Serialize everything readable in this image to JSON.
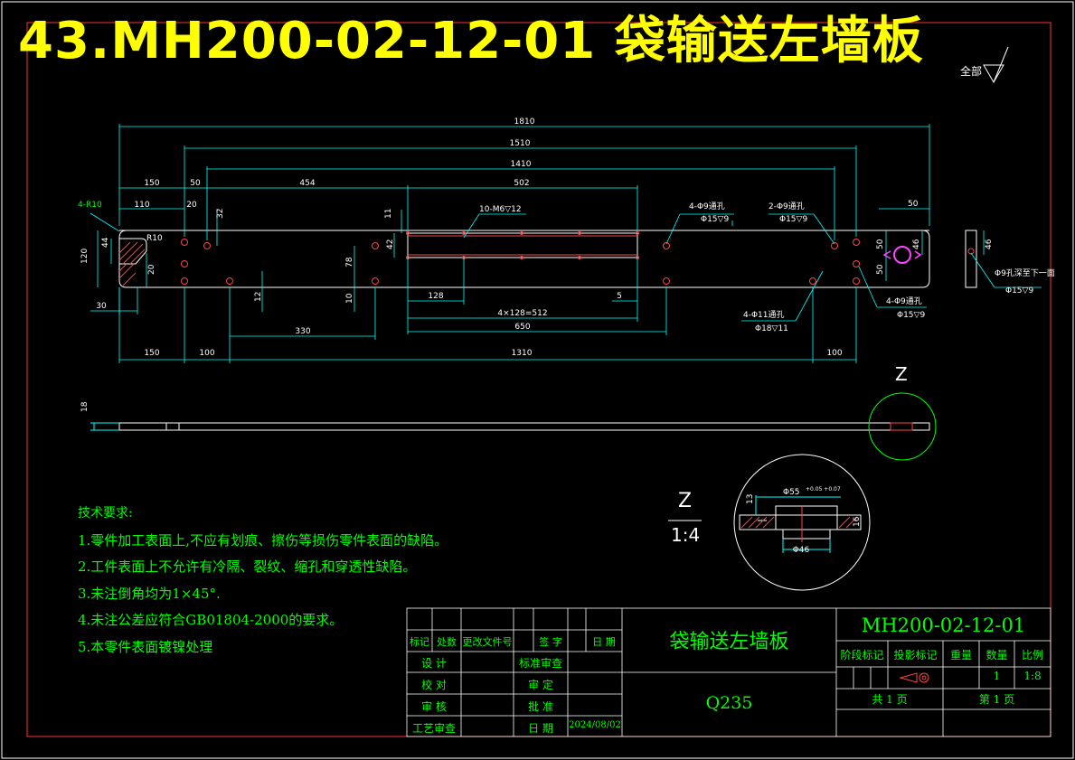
{
  "drawing": {
    "title": "43.MH200-02-12-01  袋输送左墙板",
    "roughness_symbol": "全部"
  },
  "dimensions": {
    "d1810": "1810",
    "d1510": "1510",
    "d1410": "1410",
    "d150a": "150",
    "d50a": "50",
    "d454": "454",
    "d502": "502",
    "d4r10": "4-R10",
    "d110": "110",
    "d20a": "20",
    "d32": "32",
    "d11": "11",
    "d10m6": "10-M6▽12",
    "d4phi9a": "4-Φ9通孔",
    "d4phi9a_sub": "Φ15▽9",
    "d2phi9": "2-Φ9通孔",
    "d2phi9_sub": "Φ15▽9",
    "d50b": "50",
    "dr10": "R10",
    "d44": "44",
    "d120": "120",
    "d42": "42",
    "d78": "78",
    "d20b": "20",
    "d10": "10",
    "d12": "12",
    "d128": "128",
    "d5": "5",
    "d4x128": "4×128=512",
    "d650": "650",
    "d30": "30",
    "d330": "330",
    "d150b": "150",
    "d100a": "100",
    "d1310": "1310",
    "d100b": "100",
    "d50c": "50",
    "d50d": "50",
    "d46a": "46",
    "d4phi11": "4-Φ11通孔",
    "d4phi11_sub": "Φ18▽11",
    "d4phi9b": "4-Φ9通孔",
    "d4phi9b_sub": "Φ15▽9",
    "d46b": "46",
    "dphi9side": "Φ9孔深至下一面",
    "dphi9side_sub": "Φ15▽9",
    "d18": "18",
    "dphi55": "Φ55",
    "dphi55_tol": "+0.05 +0.07",
    "d13": "13",
    "d16": "16",
    "dphi46": "Φ46"
  },
  "detail_view": {
    "label_small": "Z",
    "label_big": "Z",
    "scale": "1:4"
  },
  "technical_requirements": {
    "heading": "技术要求:",
    "items": [
      "1.零件加工表面上,不应有划痕、擦伤等损伤零件表面的缺陷。",
      "2.工件表面上不允许有冷隔、裂纹、缩孔和穿透性缺陷。",
      "3.未注倒角均为1×45°.",
      "4.未注公差应符合GB01804-2000的要求。",
      "5.本零件表面镀镍处理"
    ]
  },
  "title_block": {
    "part_name": "袋输送左墙板",
    "drawing_number": "MH200-02-12-01",
    "material": "Q235",
    "rev_headers": [
      "标记",
      "处数",
      "更改文件号",
      "签 字",
      "日 期"
    ],
    "design": "设 计",
    "check": "校 对",
    "review": "审 核",
    "process": "工艺审查",
    "standard": "标准审查",
    "approve_check": "审 定",
    "approve": "批 准",
    "date_label": "日 期",
    "date": "2024/08/02",
    "stage_header": "阶段标记",
    "projection_header": "投影标记",
    "weight_header": "重量",
    "quantity_header": "数量",
    "scale_header": "比例",
    "quantity": "1",
    "scale": "1:8",
    "total_sheets": "共  1  页",
    "sheet_no": "第  1  页"
  }
}
